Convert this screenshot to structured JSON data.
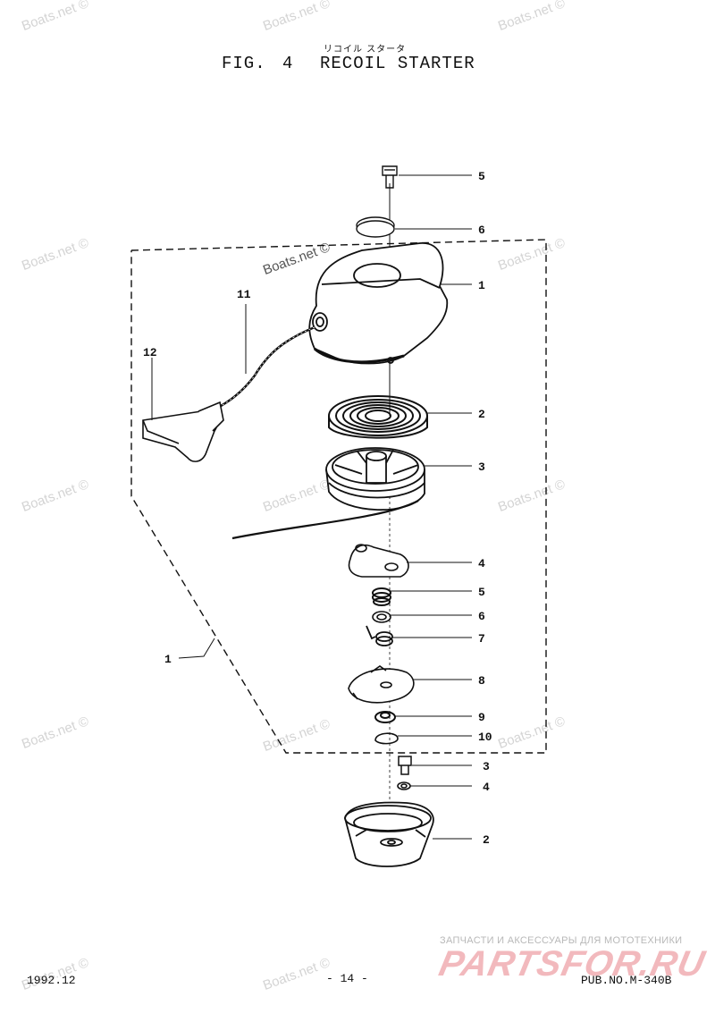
{
  "header": {
    "subtitle_jp": "リコイル スタータ",
    "fig_label": "FIG.",
    "fig_number": "4",
    "title": "RECOIL STARTER"
  },
  "footer": {
    "date": "1992.12",
    "page": "- 14 -",
    "pub_no": "PUB.NO.M-340B"
  },
  "watermark": {
    "text": "Boats.net ©",
    "shop_tagline": "ЗАПЧАСТИ И АКСЕССУАРЫ ДЛЯ МОТОТЕХНИКИ",
    "shop_brand": "PARTSFOR.RU"
  },
  "callouts": [
    "5",
    "6",
    "1",
    "11",
    "12",
    "2",
    "3",
    "4",
    "5",
    "6",
    "7",
    "8",
    "9",
    "10",
    "1",
    "3",
    "4",
    "2"
  ],
  "colors": {
    "ink": "#111111",
    "watermark": "#d4d4d4",
    "brand": "#f2b9bd"
  }
}
